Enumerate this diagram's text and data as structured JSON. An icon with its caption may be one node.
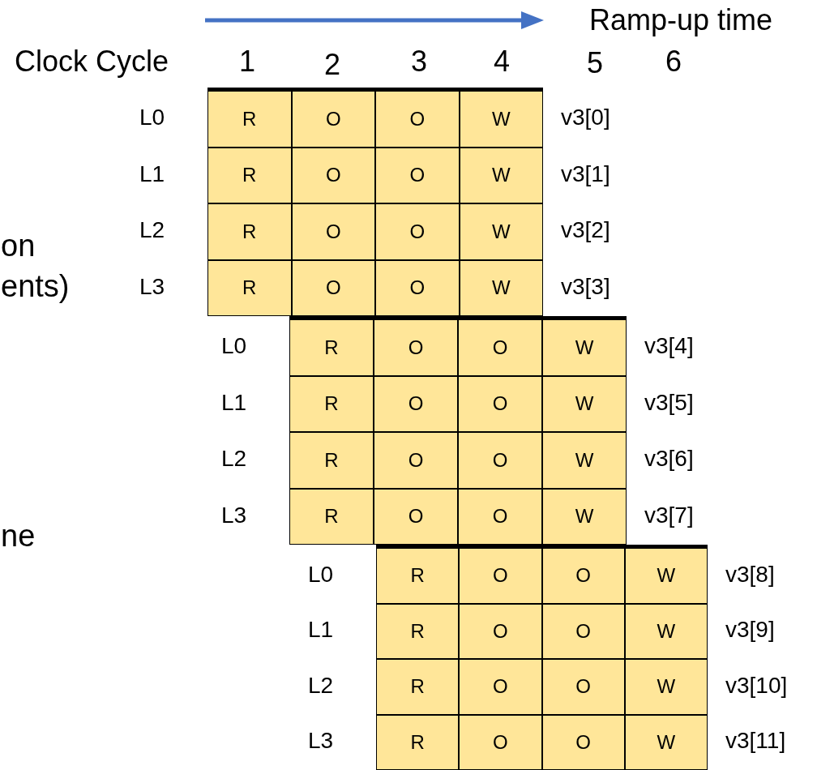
{
  "diagram": {
    "nodes": [
      {
        "text": [],
        "shape": "box"
      },
      {
        "text": [
          "R"
        ],
        "in": 0
      },
      {
        "text": [
          "O"
        ],
        "in": 0
      },
      {
        "text": [
          "O"
        ],
        "in": 0
      },
      {
        "text": [
          "W"
        ],
        "in": 0
      },
      {
        "text": [
          "R"
        ],
        "in": 0
      },
      {
        "text": [
          "O"
        ],
        "in": 0
      },
      {
        "text": [
          "O"
        ],
        "in": 0
      },
      {
        "text": [
          "W"
        ],
        "in": 0
      },
      {
        "text": [
          "R"
        ],
        "in": 0
      },
      {
        "text": [
          "O"
        ],
        "in": 0
      },
      {
        "text": [
          "O"
        ],
        "in": 0
      },
      {
        "text": [
          "W"
        ],
        "in": 0
      },
      {
        "text": [
          "R"
        ],
        "in": 0
      },
      {
        "text": [
          "O"
        ],
        "in": 0
      },
      {
        "text": [
          "O"
        ],
        "in": 0
      },
      {
        "text": [
          "W"
        ],
        "in": 0
      },
      {
        "text": [],
        "shape": "box"
      },
      {
        "text": [
          "R"
        ],
        "in": 17
      },
      {
        "text": [
          "O"
        ],
        "in": 17
      },
      {
        "text": [
          "O"
        ],
        "in": 17
      },
      {
        "text": [
          "W"
        ],
        "in": 17
      },
      {
        "text": [
          "R"
        ],
        "in": 17
      },
      {
        "text": [
          "O"
        ],
        "in": 17
      },
      {
        "text": [
          "O"
        ],
        "in": 17
      },
      {
        "text": [
          "W"
        ],
        "in": 17
      },
      {
        "text": [
          "R"
        ],
        "in": 17
      },
      {
        "text": [
          "O"
        ],
        "in": 17
      },
      {
        "text": [
          "O"
        ],
        "in": 17
      },
      {
        "text": [
          "W"
        ],
        "in": 17
      },
      {
        "text": [
          "R"
        ],
        "in": 17
      },
      {
        "text": [
          "O"
        ],
        "in": 17
      },
      {
        "text": [
          "O"
        ],
        "in": 17
      },
      {
        "text": [
          "W"
        ],
        "in": 17
      },
      {
        "text": [],
        "shape": "box"
      },
      {
        "text": [
          "R"
        ],
        "in": 34
      },
      {
        "text": [
          "O"
        ],
        "in": 34
      },
      {
        "text": [
          "O"
        ],
        "in": 34
      },
      {
        "text": [
          "W"
        ],
        "in": 34
      },
      {
        "text": [
          "R"
        ],
        "in": 34
      },
      {
        "text": [
          "O"
        ],
        "in": 34
      },
      {
        "text": [
          "O"
        ],
        "in": 34
      },
      {
        "text": [
          "W"
        ],
        "in": 34
      },
      {
        "text": [
          "R"
        ],
        "in": 34
      },
      {
        "text": [
          "O"
        ],
        "in": 34
      },
      {
        "text": [
          "O"
        ],
        "in": 34
      },
      {
        "text": [
          "W"
        ],
        "in": 34
      },
      {
        "text": [
          "R"
        ],
        "in": 34
      },
      {
        "text": [
          "O"
        ],
        "in": 34
      },
      {
        "text": [
          "O"
        ],
        "in": 34
      },
      {
        "text": [
          "W"
        ],
        "in": 34
      }
    ],
    "labels": [
      "Ramp-up time",
      "Clock Cycle",
      "1",
      "2",
      "3",
      "4",
      "5",
      "6",
      "on",
      "ents)",
      "ne",
      "L0",
      "v3[0]",
      "L1",
      "v3[1]",
      "L2",
      "v3[2]",
      "L3",
      "v3[3]",
      "L0",
      "v3[4]",
      "L1",
      "v3[5]",
      "L2",
      "v3[6]",
      "L3",
      "v3[7]",
      "L0",
      "v3[8]",
      "L1",
      "v3[9]",
      "L2",
      "v3[10]",
      "L3",
      "v3[11]"
    ]
  }
}
